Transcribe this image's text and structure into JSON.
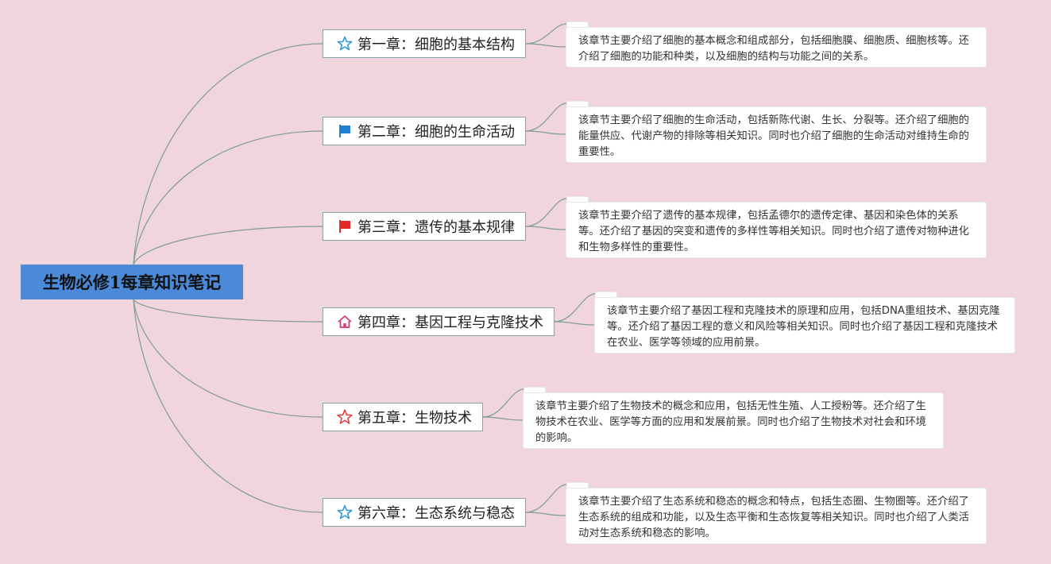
{
  "root": {
    "title": "生物必修1每章知识笔记"
  },
  "chapters": [
    {
      "title": "第一章：细胞的基本结构",
      "icon": "star-outline-blue-icon",
      "desc": "该章节主要介绍了细胞的基本概念和组成部分，包括细胞膜、细胞质、细胞核等。还介绍了细胞的功能和种类，以及细胞的结构与功能之间的关系。"
    },
    {
      "title": "第二章：细胞的生命活动",
      "icon": "flag-blue-icon",
      "desc": "该章节主要介绍了细胞的生命活动，包括新陈代谢、生长、分裂等。还介绍了细胞的能量供应、代谢产物的排除等相关知识。同时也介绍了细胞的生命活动对维持生命的重要性。"
    },
    {
      "title": "第三章：遗传的基本规律",
      "icon": "flag-red-icon",
      "desc": "该章节主要介绍了遗传的基本规律，包括孟德尔的遗传定律、基因和染色体的关系等。还介绍了基因的突变和遗传的多样性等相关知识。同时也介绍了遗传对物种进化和生物多样性的重要性。"
    },
    {
      "title": "第四章：基因工程与克隆技术",
      "icon": "home-icon",
      "desc": "该章节主要介绍了基因工程和克隆技术的原理和应用，包括DNA重组技术、基因克隆等。还介绍了基因工程的意义和风险等相关知识。同时也介绍了基因工程和克隆技术在农业、医学等领域的应用前景。"
    },
    {
      "title": "第五章：生物技术",
      "icon": "star-outline-red-icon",
      "desc": "该章节主要介绍了生物技术的概念和应用，包括无性生殖、人工授粉等。还介绍了生物技术在农业、医学等方面的应用和发展前景。同时也介绍了生物技术对社会和环境的影响。"
    },
    {
      "title": "第六章：生态系统与稳态",
      "icon": "star-outline-blue-icon",
      "desc": "该章节主要介绍了生态系统和稳态的概念和特点，包括生态圈、生物圈等。还介绍了生态系统的组成和功能，以及生态平衡和生态恢复等相关知识。同时也介绍了人类活动对生态系统和稳态的影响。"
    }
  ],
  "colors": {
    "background": "#f1d5dc",
    "root": "#4a8ad8",
    "line": "#7f9a98"
  }
}
